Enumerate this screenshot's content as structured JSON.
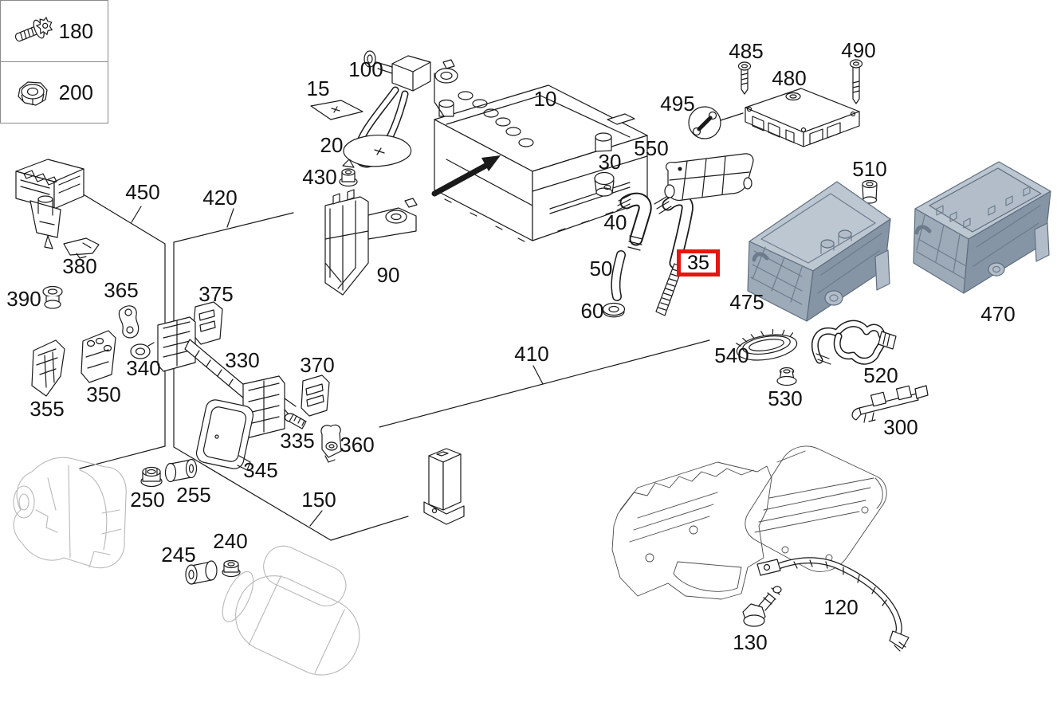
{
  "legend": {
    "items": [
      {
        "icon": "screw-icon",
        "number": "180"
      },
      {
        "icon": "nut-icon",
        "number": "200"
      }
    ]
  },
  "highlighted_part": {
    "number": "35",
    "box_color": "#e8150d"
  },
  "callouts": {
    "p10": "10",
    "p15": "15",
    "p20": "20",
    "p30": "30",
    "p40": "40",
    "p50": "50",
    "p60": "60",
    "p90": "90",
    "p100": "100",
    "p120": "120",
    "p130": "130",
    "p150": "150",
    "p240": "240",
    "p245": "245",
    "p250": "250",
    "p255": "255",
    "p300": "300",
    "p330": "330",
    "p335": "335",
    "p340": "340",
    "p345": "345",
    "p350": "350",
    "p355": "355",
    "p360": "360",
    "p365": "365",
    "p370": "370",
    "p375": "375",
    "p380": "380",
    "p390": "390",
    "p410": "410",
    "p420": "420",
    "p430": "430",
    "p450": "450",
    "p470": "470",
    "p475": "475",
    "p480": "480",
    "p485": "485",
    "p490": "490",
    "p495": "495",
    "p510": "510",
    "p520": "520",
    "p530": "530",
    "p540": "540",
    "p550": "550"
  },
  "colors": {
    "line": "#1a1a1a",
    "reference_line": "#b8b8b8",
    "engine_line": "#4a4a4a",
    "module_top": "#bcc7d2",
    "module_left": "#9dabb9",
    "module_right": "#8695a5",
    "module_stroke": "#5f6e7e",
    "highlight_red": "#e8150d"
  }
}
